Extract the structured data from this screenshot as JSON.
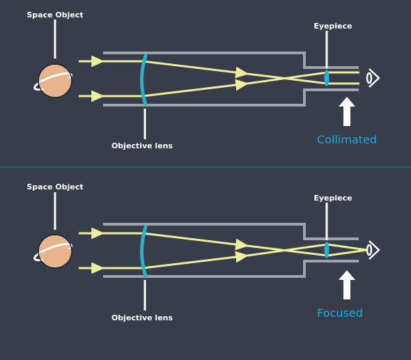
{
  "panels": [
    {
      "space_object_label": "Space Object",
      "objective_label": "Objective lens",
      "eyepiece_label": "Eyepiece",
      "state_label": "Collimated"
    },
    {
      "space_object_label": "Space Object",
      "objective_label": "Objective lens",
      "eyepiece_label": "Eyepiece",
      "state_label": "Focused"
    }
  ],
  "colors": {
    "background": "#373d4b",
    "tube": "#9ea2ad",
    "light_ray": "#eeee9a",
    "lens": "#2ab0c8",
    "planet": "#e8b48c",
    "state_text": "#1ea7e0",
    "divider": "#1a6f8a",
    "white": "#ffffff"
  }
}
